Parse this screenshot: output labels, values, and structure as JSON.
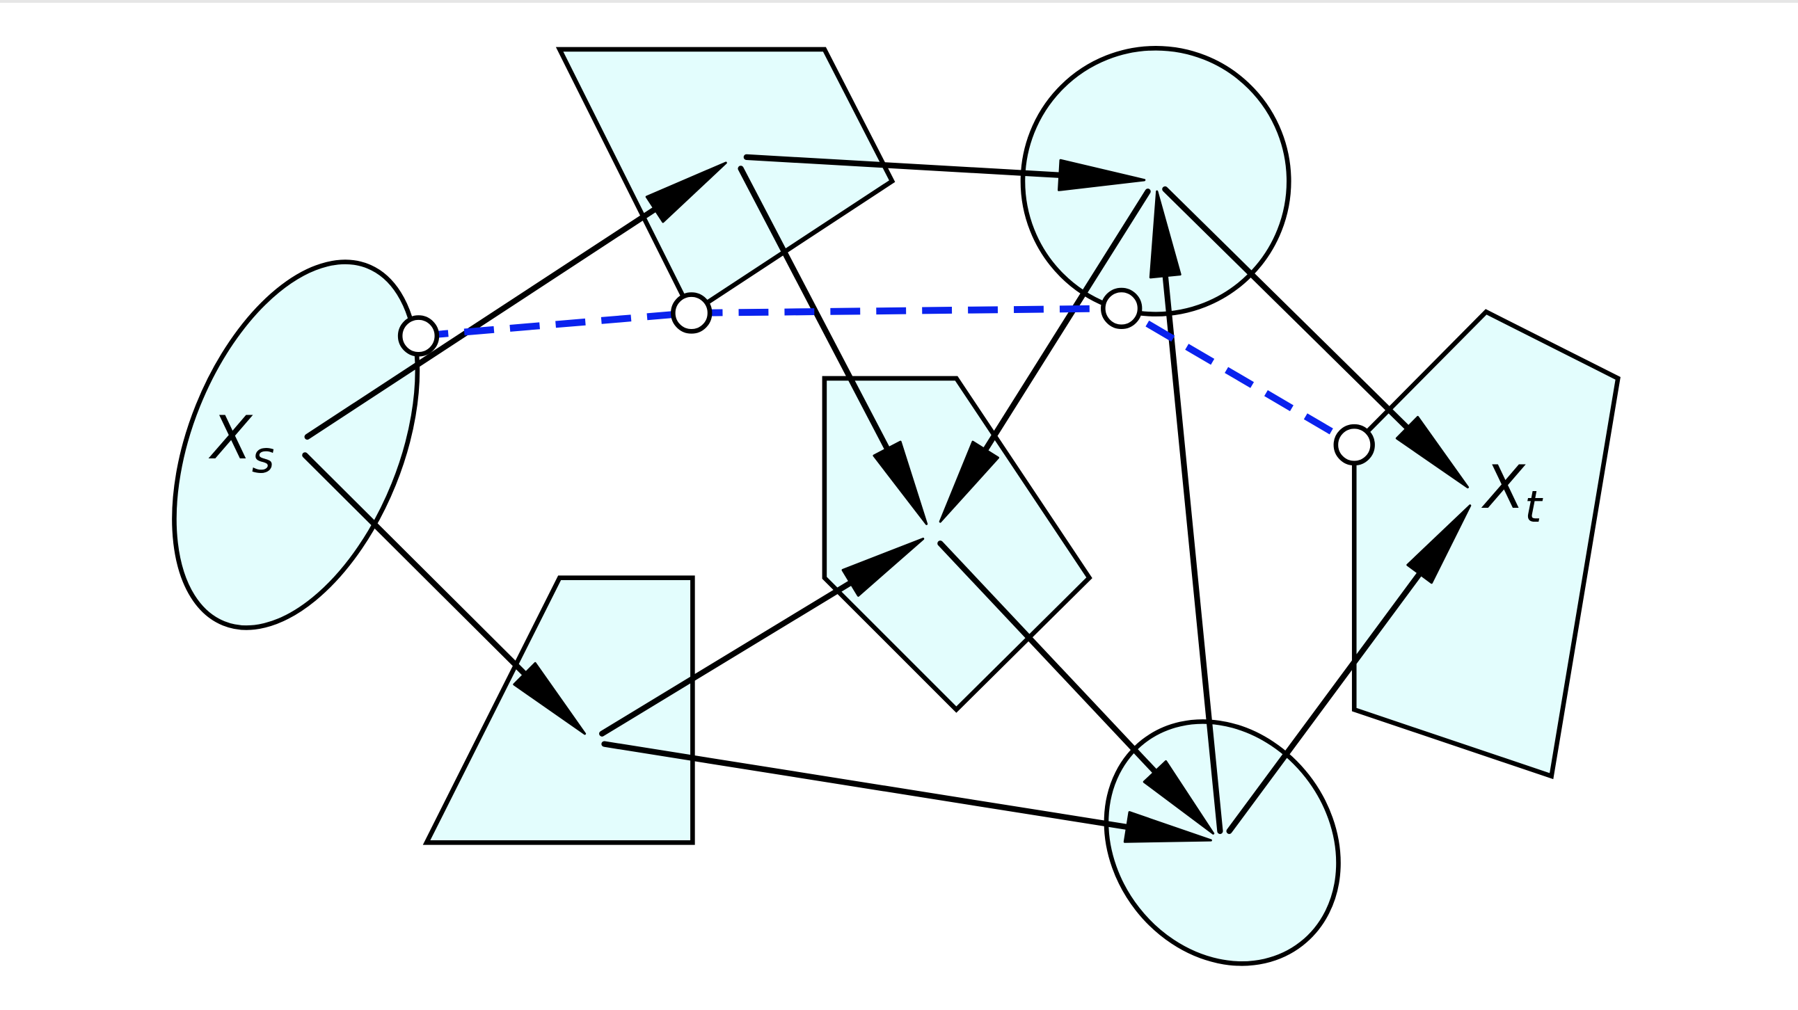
{
  "diagram": {
    "source_label": {
      "main": "X",
      "sub": "s"
    },
    "target_label": {
      "main": "X",
      "sub": "t"
    },
    "colors": {
      "region_fill": "#e3fdfd",
      "cut_path": "#0a22ee",
      "edge": "#000000"
    }
  }
}
